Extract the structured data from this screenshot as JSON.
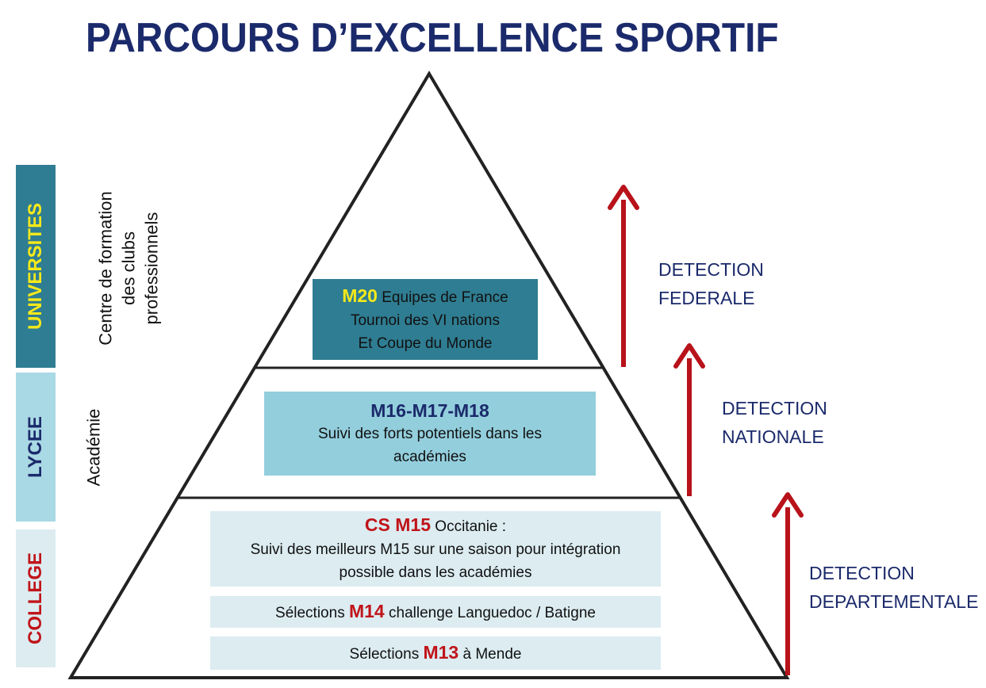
{
  "title": "PARCOURS D’EXCELLENCE SPORTIF",
  "side_bands": {
    "universites": "UNIVERSITES",
    "lycee": "LYCEE",
    "college": "COLLEGE"
  },
  "side_labels": {
    "centre_line1": "Centre de formation",
    "centre_line2": "des clubs",
    "centre_line3": "professionnels",
    "academie": "Académie"
  },
  "levels": {
    "m20": {
      "code": "M20",
      "line1_rest": " Equipes de France",
      "line2": "Tournoi des VI nations",
      "line3": "Et  Coupe du Monde"
    },
    "m16": {
      "code": "M16-M17-M18",
      "line2": "Suivi des forts potentiels dans les",
      "line3": "académies"
    },
    "cs": {
      "code": "CS M15",
      "line1_rest": " Occitanie :",
      "line2": "Suivi des meilleurs M15 sur une saison pour intégration",
      "line3": "possible dans les académies"
    },
    "m14": {
      "prefix": "Sélections ",
      "code": "M14",
      "suffix": " challenge Languedoc / Batigne"
    },
    "m13": {
      "prefix": "Sélections ",
      "code": "M13",
      "suffix": " à Mende"
    }
  },
  "detection": {
    "federale_line1": "DETECTION",
    "federale_line2": "FEDERALE",
    "nationale_line1": "DETECTION",
    "nationale_line2": "NATIONALE",
    "dept_line1": "DETECTION",
    "dept_line2": "DEPARTEMENTALE"
  },
  "colors": {
    "title": "#1b2a6b",
    "teal": "#2f7d92",
    "light_blue": "#93cedd",
    "pale_blue": "#dcecf1",
    "yellow": "#f6e91a",
    "red": "#c0141a",
    "arrow": "#b8121a"
  }
}
